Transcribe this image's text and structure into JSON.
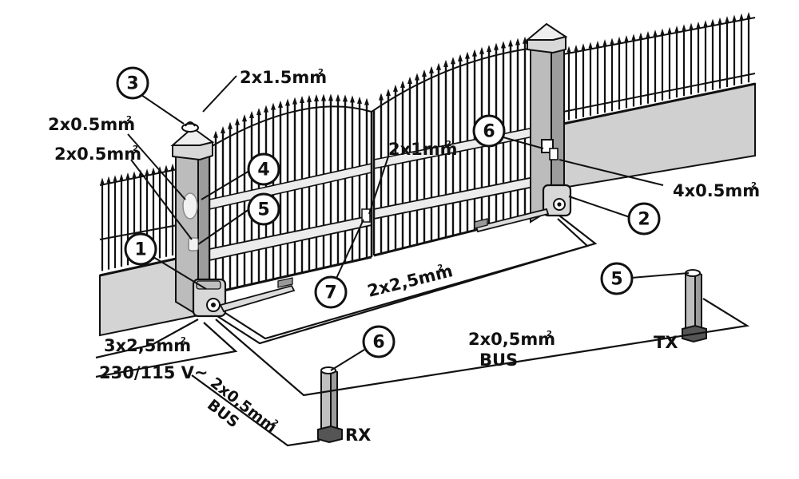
{
  "callouts": {
    "c1": "1",
    "c2": "2",
    "c3": "3",
    "c4": "4",
    "c5": "5",
    "c5b": "5",
    "c6": "6",
    "c6b": "6",
    "c7": "7"
  },
  "cables": {
    "top_lamp": "2x1.5mm",
    "left_a": "2x0.5mm",
    "left_b": "2x0.5mm",
    "gate_middle": "2x1mm",
    "right_post": "4x0.5mm",
    "motors_link": "2x2,5mm",
    "power": "3x2,5mm",
    "power_voltage": "230/115 V~",
    "bus_photocells": "2x0,5mm",
    "bus_photocells_label": "BUS",
    "bus_rx": "2x0,5mm",
    "bus_rx_label": "BUS",
    "squared": "2"
  },
  "devices": {
    "rx_label": "RX",
    "tx_label": "TX"
  },
  "colors": {
    "line": "#111111",
    "fill_gray": "#b8b8b8",
    "fill_light": "#e2e2e2",
    "wall": "#cfcfcf"
  }
}
